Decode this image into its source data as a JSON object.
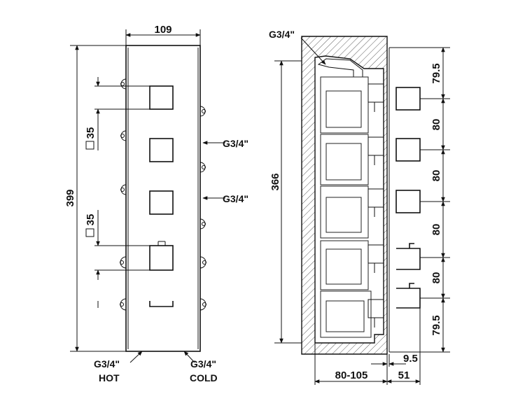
{
  "front_view": {
    "width_label": "109",
    "height_label": "399",
    "square_upper_label": "35",
    "square_lower_label": "35",
    "port_upper_label": "G3/4\"",
    "port_lower_label": "G3/4\"",
    "hot_port_label": "G3/4\"",
    "hot_label": "HOT",
    "cold_port_label": "G3/4\"",
    "cold_label": "COLD"
  },
  "side_view": {
    "top_port_label": "G3/4\"",
    "depth_label": "366",
    "spacing_labels": [
      "79.5",
      "80",
      "80",
      "80",
      "80",
      "79.5"
    ],
    "depth_bottom_label": "80-105",
    "offset_label": "9.5",
    "projection_label": "51"
  }
}
